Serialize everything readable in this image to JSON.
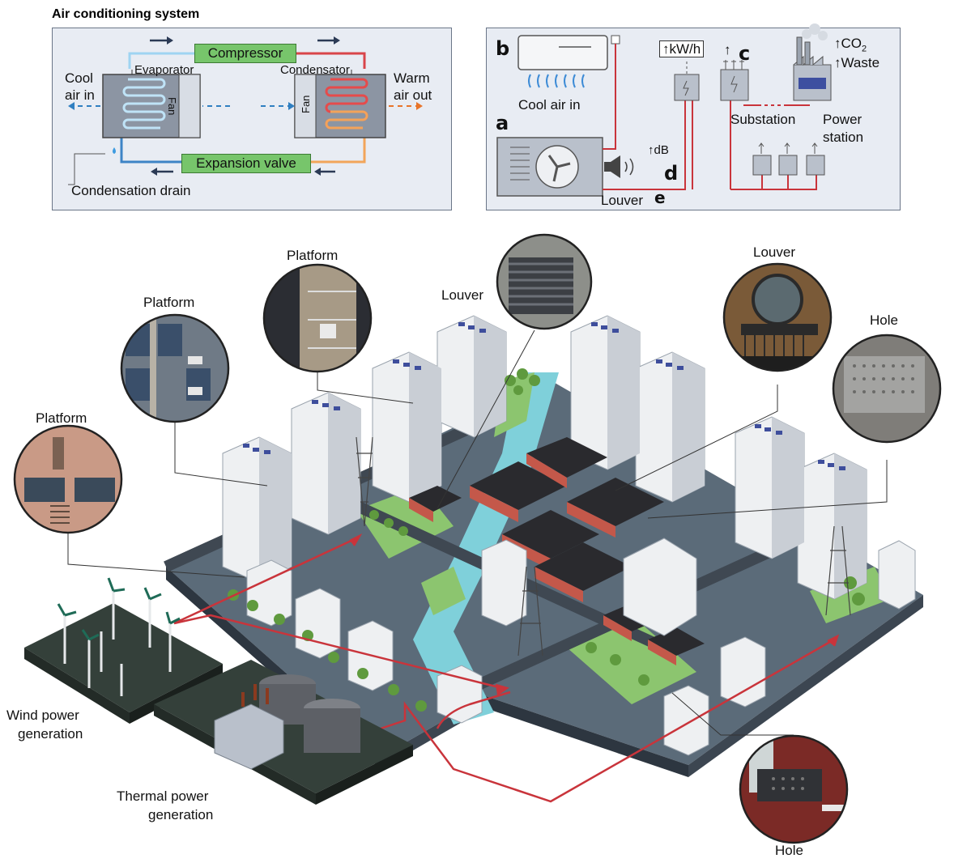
{
  "ac_title": "Air conditioning system",
  "cycle": {
    "compressor": "Compressor",
    "expansion_valve": "Expansion valve",
    "evaporator": "Evaporator",
    "condensator": "Condensator",
    "fan": "Fan",
    "cool_air_in_1": "Cool",
    "cool_air_in_2": "air in",
    "warm_air_out_1": "Warm",
    "warm_air_out_2": "air out",
    "drain": "Condensation drain"
  },
  "grid": {
    "letter_a": "a",
    "letter_b": "b",
    "letter_c": "c",
    "letter_d": "d",
    "letter_e": "e",
    "cool_air_in": "Cool air in",
    "kwh": "↑kW/h",
    "up_arrow": "↑",
    "db": "↑dB",
    "co2": "↑CO",
    "co2_sub": "2",
    "waste": "↑Waste",
    "substation": "Substation",
    "power_station_1": "Power",
    "power_station_2": "station",
    "louver": "Louver"
  },
  "city": {
    "platform_1": "Platform",
    "platform_2": "Platform",
    "platform_3": "Platform",
    "louver_1": "Louver",
    "louver_2": "Louver",
    "hole_1": "Hole",
    "hole_2": "Hole",
    "wind_1": "Wind power",
    "wind_2": "generation",
    "thermal_1": "Thermal power",
    "thermal_2": "generation"
  },
  "colors": {
    "grid_line": "#c9343b",
    "cool_arrow": "#2f7fc1",
    "warm_arrow": "#e8742a",
    "water": "#7fd0da",
    "ground": "#5b6b79",
    "roof": "#2a2a2e",
    "brick": "#c4584a"
  }
}
